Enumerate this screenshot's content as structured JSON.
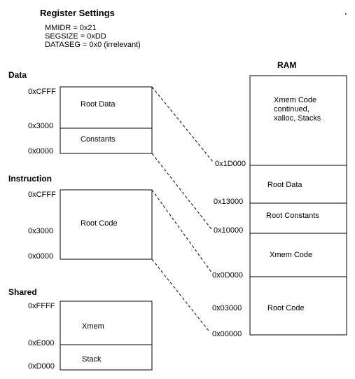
{
  "title": "Register Settings",
  "settings": [
    "MMIDR = 0x21",
    "SEGSIZE  = 0xDD",
    "DATASEG = 0x0 (irrelevant)"
  ],
  "data_section": {
    "header": "Data",
    "addresses": [
      "0xCFFF",
      "0x3000",
      "0x0000"
    ],
    "blocks": [
      "Root Data",
      "Constants"
    ]
  },
  "instruction_section": {
    "header": "Instruction",
    "addresses": [
      "0xCFFF",
      "0x3000",
      "0x0000"
    ],
    "blocks": [
      "Root Code"
    ]
  },
  "shared_section": {
    "header": "Shared",
    "addresses": [
      "0xFFFF",
      "0xE000",
      "0xD000"
    ],
    "blocks": [
      "Xmem",
      "Stack"
    ]
  },
  "ram_section": {
    "header": "RAM",
    "addresses": [
      "0x1D000",
      "0x13000",
      "0x10000",
      "0x0D000",
      "0x03000",
      "0x00000"
    ],
    "blocks": [
      "Xmem Code continued, xalloc, Stacks",
      "Root Data",
      "Root Constants",
      "Xmem Code",
      "Root Code"
    ],
    "top_block_lines": [
      "Xmem Code",
      "continued,",
      "xalloc, Stacks"
    ]
  }
}
